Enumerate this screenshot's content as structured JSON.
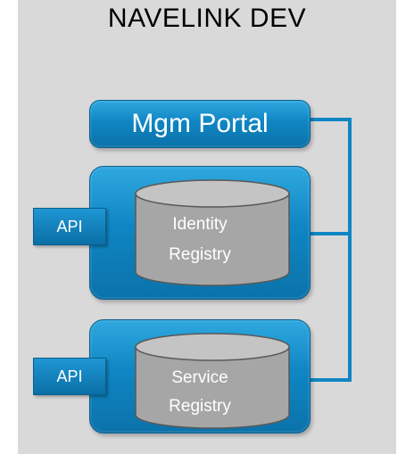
{
  "title": "NAVELINK DEV",
  "mgm_portal": {
    "label": "Mgm Portal"
  },
  "identity_registry": {
    "api_label": "API",
    "line1": "Identity",
    "line2": "Registry"
  },
  "service_registry": {
    "api_label": "API",
    "line1": "Service",
    "line2": "Registry"
  },
  "colors": {
    "background": "#d9d9d9",
    "box_blue": "#0f86c3",
    "cylinder_gray": "#a6a6a6"
  }
}
